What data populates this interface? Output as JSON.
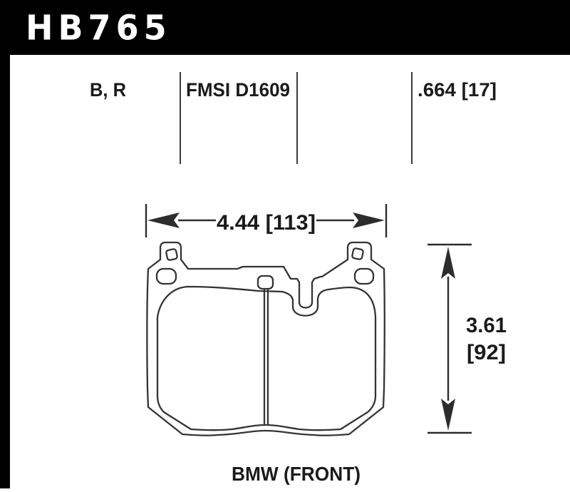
{
  "header": {
    "part_number": "HB765"
  },
  "spec_row": {
    "compounds": "B, R",
    "fmsi_number": "FMSI D1609",
    "pad_thickness": ".664 [17]"
  },
  "drawing": {
    "width_dimension": "4.44 [113]",
    "height_dimension_in": "3.61",
    "height_dimension_mm": "[92]",
    "caption": "BMW (FRONT)"
  },
  "colors": {
    "header_bg": "#000000",
    "header_text": "#ffffff",
    "line_color": "#343434",
    "text_color": "#1b1b1b",
    "background": "#ffffff"
  }
}
